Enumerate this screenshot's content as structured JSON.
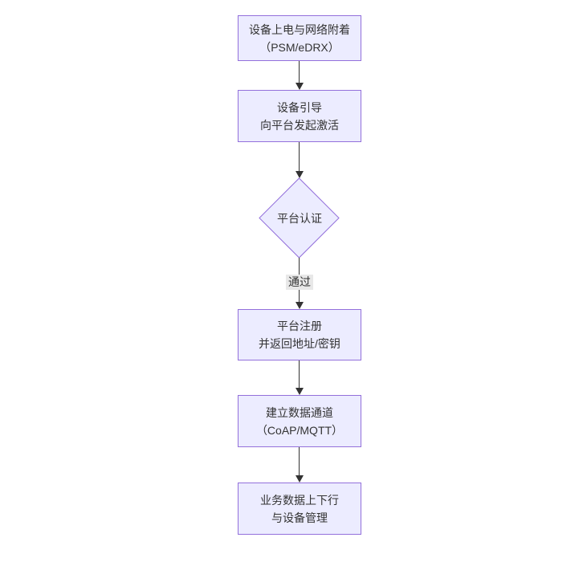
{
  "diagram": {
    "type": "flowchart",
    "direction": "top-down",
    "colors": {
      "node_fill": "#ECECFF",
      "node_border": "#9370DB",
      "text_color": "#333333",
      "arrow_color": "#333333",
      "edge_label_bg": "#e8e8e8",
      "background": "#ffffff"
    },
    "nodes": [
      {
        "id": "power-attach",
        "type": "rect",
        "lines": [
          "设备上电与网络附着",
          "（PSM/eDRX）"
        ]
      },
      {
        "id": "bootstrap",
        "type": "rect",
        "lines": [
          "设备引导",
          "向平台发起激活"
        ]
      },
      {
        "id": "platform-auth",
        "type": "diamond",
        "lines": [
          "平台认证"
        ]
      },
      {
        "id": "register",
        "type": "rect",
        "lines": [
          "平台注册",
          "并返回地址/密钥"
        ]
      },
      {
        "id": "data-channel",
        "type": "rect",
        "lines": [
          "建立数据通道",
          "（CoAP/MQTT）"
        ]
      },
      {
        "id": "business-data",
        "type": "rect",
        "lines": [
          "业务数据上下行",
          "与设备管理"
        ]
      }
    ],
    "edges": [
      {
        "from": "power-attach",
        "to": "bootstrap",
        "label": ""
      },
      {
        "from": "bootstrap",
        "to": "platform-auth",
        "label": ""
      },
      {
        "from": "platform-auth",
        "to": "register",
        "label": "通过"
      },
      {
        "from": "register",
        "to": "data-channel",
        "label": ""
      },
      {
        "from": "data-channel",
        "to": "business-data",
        "label": ""
      }
    ]
  }
}
